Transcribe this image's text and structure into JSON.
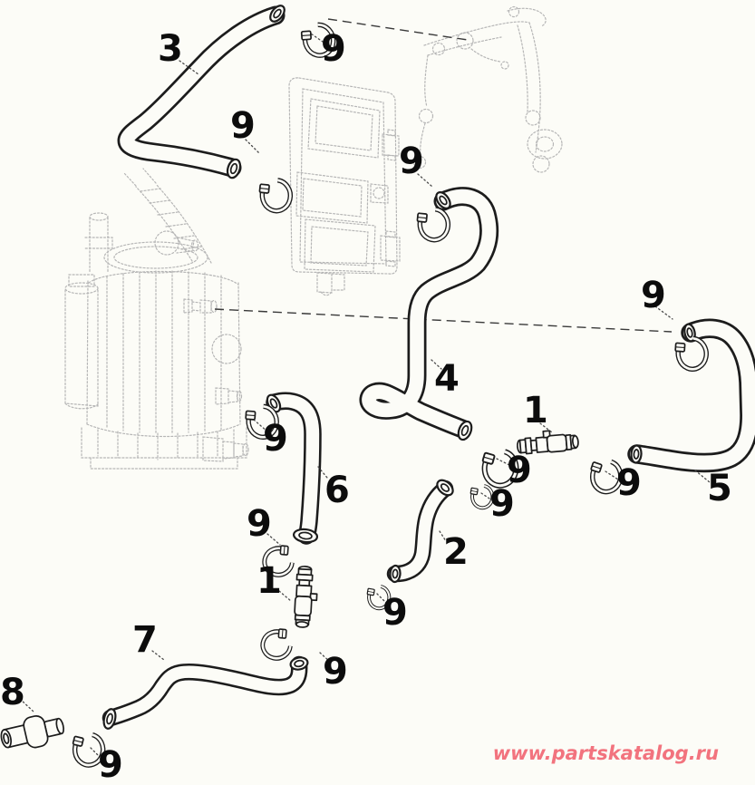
{
  "diagram": {
    "background_color": "#fcfcf7",
    "line_color": "#1c1c1c",
    "ghost_color": "#b6b6b6",
    "watermark": {
      "text": "www.partskatalog.ru",
      "color": "#f2737e"
    },
    "callouts": [
      {
        "id": "label-hose-3",
        "text": "3"
      },
      {
        "id": "label-clamp-9-top",
        "text": "9"
      },
      {
        "id": "label-clamp-9-hose3-end",
        "text": "9"
      },
      {
        "id": "label-clamp-9-hose4-top",
        "text": "9"
      },
      {
        "id": "label-clamp-9-hose5-top",
        "text": "9"
      },
      {
        "id": "label-hose-4",
        "text": "4"
      },
      {
        "id": "label-connector-1-right",
        "text": "1"
      },
      {
        "id": "label-clamp-9-hose4-end",
        "text": "9"
      },
      {
        "id": "label-clamp-9-connector-right",
        "text": "9"
      },
      {
        "id": "label-hose-5",
        "text": "5"
      },
      {
        "id": "label-clamp-9-hose6-top",
        "text": "9"
      },
      {
        "id": "label-hose-6",
        "text": "6"
      },
      {
        "id": "label-clamp-9-hose6-end",
        "text": "9"
      },
      {
        "id": "label-clamp-9-hose2-top",
        "text": "9"
      },
      {
        "id": "label-hose-2",
        "text": "2"
      },
      {
        "id": "label-clamp-9-hose2-end",
        "text": "9"
      },
      {
        "id": "label-connector-1-left",
        "text": "1"
      },
      {
        "id": "label-clamp-9-connector-left",
        "text": "9"
      },
      {
        "id": "label-hose-7",
        "text": "7"
      },
      {
        "id": "label-check-valve-8",
        "text": "8"
      },
      {
        "id": "label-clamp-9-valve",
        "text": "9"
      }
    ]
  }
}
